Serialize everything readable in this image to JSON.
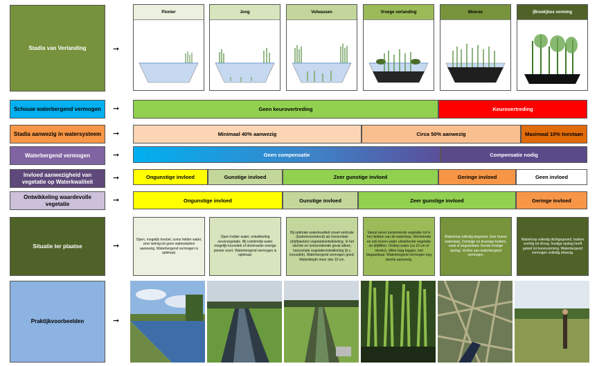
{
  "rows": {
    "stadia": "Stadia van Verlanding",
    "schouw": "Schouw waterbergend vermogen",
    "aanwezig": "Stadia aanwezig in watersysteem",
    "waterbergend": "Waterbergend vermogen",
    "invloed": "Invloed aanwezigheid van vegetatie op Waterkwaliteit",
    "ontwikkeling": "Ontwikkeling waardevolle vegetatie",
    "situatie": "Situatie ter plaatse",
    "praktijk": "Praktijkvoorbeelden"
  },
  "stages": [
    "Pionier",
    "Jong",
    "Volwassen",
    "Vroege verlanding",
    "Moeras",
    "(Broek)bos vorming"
  ],
  "schouw": {
    "ok": "Geen keurovertreding",
    "bad": "Keurovertreding"
  },
  "aanwezig": {
    "a": "Minimaal 40% aanwezig",
    "b": "Circa 50% aanwezig",
    "c": "Maximaal 10% toestaan"
  },
  "waterbergend": {
    "a": "Geen compensatie",
    "b": "Compensatie nodig"
  },
  "invloed": {
    "a": "Ongunstige invloed",
    "b": "Gunstige invloed",
    "c": "Zeer gunstige invloed",
    "d": "Geringe invloed",
    "e": "Geen invloed"
  },
  "ontwikkeling": {
    "a": "Ongunstige invloed",
    "b": "Gunstige invloed",
    "c": "Zeer gunstige invloed",
    "d": "Geringe invloed"
  },
  "situatie": [
    "Open, mogelijk troebel, soms helder water, zeer weinig tot geen waterplanten aanwezig. Waterbergend vermogen is optimaal.",
    "Open helder water, ontwikkeling oevervegetatie. Bij nutriëntrijk water mogelijk kroosdek of dominantie overige pionier soort. Waterbergend vermogen is optimaal.",
    "Bij optimale waterkwaliteit zowel verticale (bodemvoortelend) als horizontale (drijfplanten) vegetatieontwikkeling. In het slechte en ontoereikende geval alleen, horizontale vegetatieontwikkeling (b.v. kroosdek). Waterbergend vermogen goed. Waterdiepte meer dan 10 cm.",
    "Vanuit oever toenemende vegetatie tot in het midden van de waterloop. Wortelende en ook boven water uitstekende vegetatie en drijftillen. Ondiep water (ca 10 cm of minder), dikke laag bagger, niet begaanbaar. Waterbergend vermogen nog steeds aanwezig.",
    "Waterloop volledig begroeid. Zeer dunne waterlaag. Zompige en drassige bodem, vaak al begaanbaar. Eerste houtige opslag. Verlies aan waterbergend vermogen.",
    "Waterloop volledig dichtgegroeid, bodem vochtig tot droog, houtige opslag heeft geleid tot boomvorming. Waterbergend vermogen volledig afwezig."
  ],
  "arrow": "➞"
}
